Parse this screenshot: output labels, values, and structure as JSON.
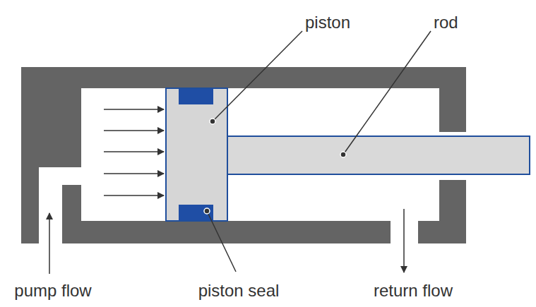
{
  "diagram": {
    "labels": [
      "piston",
      "rod",
      "pump flow",
      "piston seal",
      "return flow"
    ]
  }
}
